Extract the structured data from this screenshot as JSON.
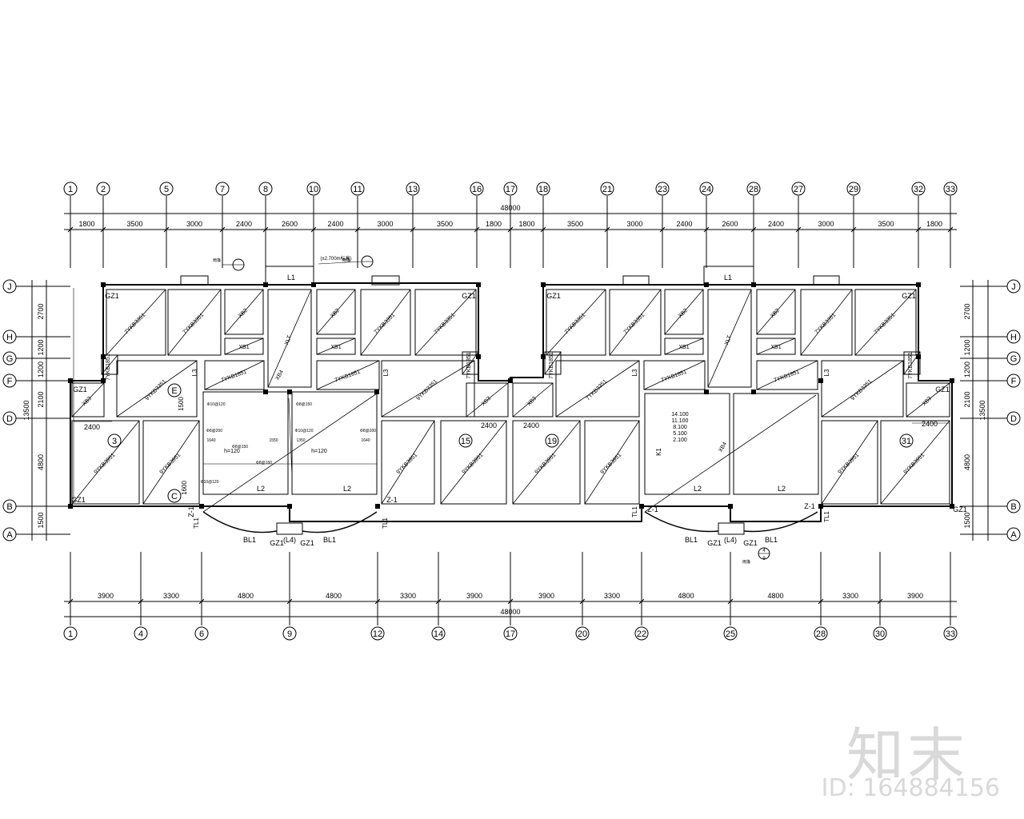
{
  "top_axes": {
    "labels": [
      "1",
      "2",
      "5",
      "7",
      "8",
      "10",
      "11",
      "13",
      "16",
      "17",
      "18",
      "21",
      "23",
      "24",
      "28",
      "27",
      "29",
      "32",
      "33"
    ],
    "spans": [
      "1800",
      "3500",
      "3000",
      "2400",
      "2600",
      "2400",
      "3000",
      "3500",
      "1800",
      "1800",
      "3500",
      "3000",
      "2400",
      "2600",
      "2400",
      "3000",
      "3500",
      "1800"
    ],
    "total": "48000"
  },
  "bottom_axes": {
    "labels": [
      "1",
      "4",
      "6",
      "9",
      "12",
      "14",
      "17",
      "20",
      "22",
      "25",
      "28",
      "30",
      "33"
    ],
    "spans": [
      "3900",
      "3300",
      "4800",
      "4800",
      "3300",
      "3900",
      "3900",
      "3300",
      "4800",
      "4800",
      "3300",
      "3900"
    ],
    "total": "48000"
  },
  "left_axes": {
    "labels": [
      "J",
      "H",
      "G",
      "F",
      "D",
      "B",
      "A"
    ],
    "spans": [
      "2700",
      "1200",
      "1200",
      "2100",
      "4800",
      "1500"
    ],
    "total": "13500"
  },
  "right_axes": {
    "labels": [
      "J",
      "H",
      "G",
      "F",
      "D",
      "B",
      "A"
    ],
    "spans": [
      "2700",
      "1200",
      "1200",
      "2100",
      "4800",
      "1500"
    ],
    "total": "13500"
  },
  "slab_labels": {
    "gz1": "GZ1",
    "l1": "L1",
    "l2": "L2",
    "l3": "L3",
    "xlt": "XLT",
    "xb1": "XB1",
    "xb2": "XB2",
    "xb3": "XB3",
    "xb4": "XB4",
    "bl1": "BL1",
    "tl1": "TL1",
    "z1": "Z-1",
    "l4": "(L4)",
    "k1": "K1",
    "h120": "h=120",
    "ykb_a": "7YKB3351",
    "ykb_b": "9YKB3351",
    "ykb_c": "7YKB1851",
    "ykb_d": "9YKB3951"
  },
  "inner_dims": {
    "d2400": "2400",
    "d1500": "1500",
    "d1600": "1600",
    "d1640": "1640",
    "d1550": "1550",
    "d1350": "1350"
  },
  "inner_axes": {
    "c": "C",
    "e": "E",
    "n3": "3",
    "n15": "15",
    "n19": "19",
    "n31": "31"
  },
  "elevations": [
    "14.100",
    "11.100",
    "8.100",
    "5.100",
    "2.100"
  ],
  "rebar": [
    "Φ10@120",
    "Φ8@150",
    "Φ8@200"
  ],
  "notes": {
    "detail_note": "(±2.700m标高)",
    "section_word": "雨篷",
    "ref_num": "4",
    "ref_den": "9"
  },
  "watermark": {
    "logo": "知末",
    "id": "ID: 164884156"
  }
}
